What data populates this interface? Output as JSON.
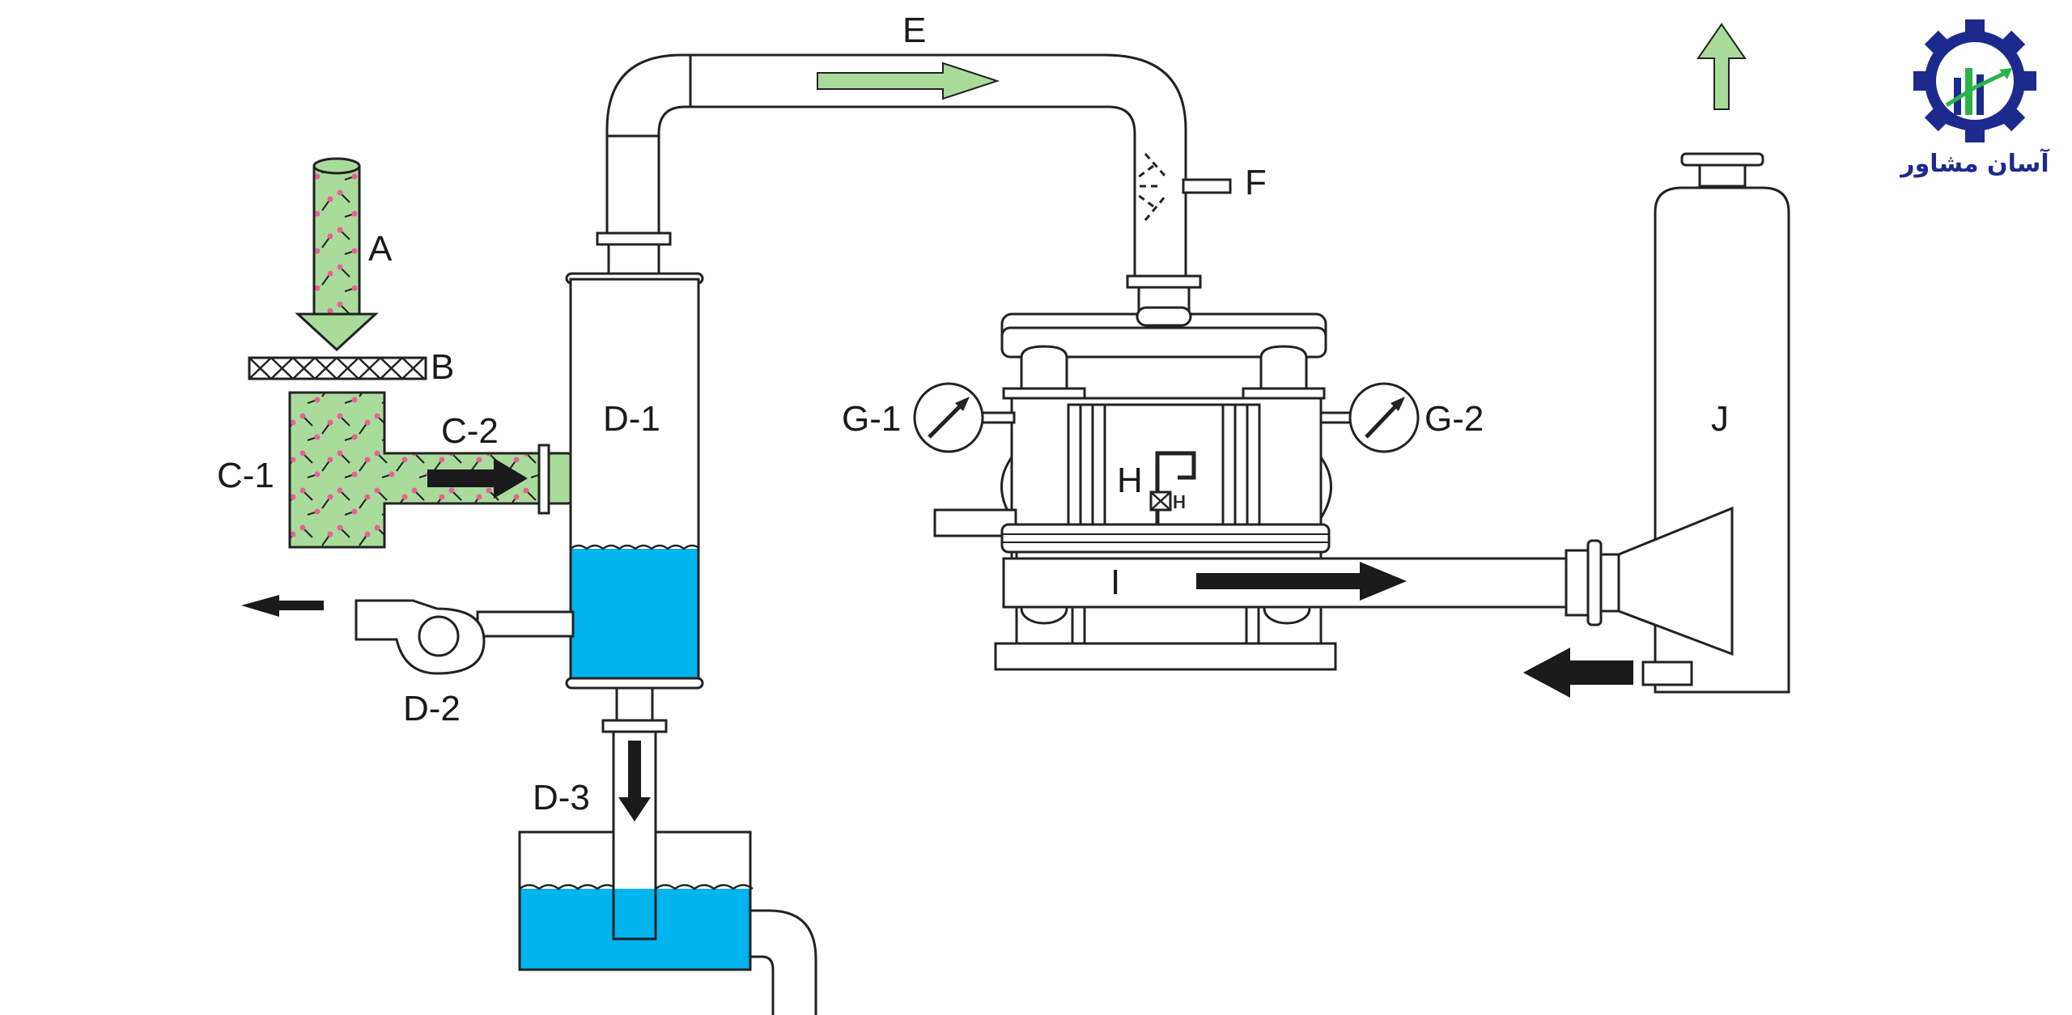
{
  "labels": {
    "A": "A",
    "B": "B",
    "C1": "C-1",
    "C2": "C-2",
    "D1": "D-1",
    "D2": "D-2",
    "D3": "D-3",
    "E": "E",
    "F": "F",
    "G1": "G-1",
    "G2": "G-2",
    "H": "H",
    "I": "I",
    "J": "J"
  },
  "brand": {
    "name": "آسان مشاور"
  },
  "colors": {
    "water": "#00b4ee",
    "material": "#a9dc9b",
    "flow_arrow_green": "#a9dc9b",
    "flow_arrow_dark": "#1a1a1a",
    "particle": "#e8609a",
    "brand_blue": "#1c2a8e",
    "brand_green": "#2bb34a"
  }
}
